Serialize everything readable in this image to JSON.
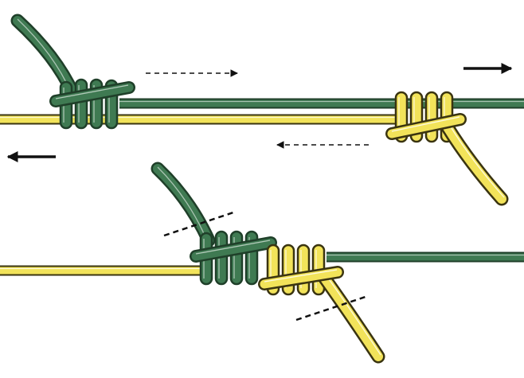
{
  "title": "",
  "colors": {
    "green_line": "#3f7a52",
    "green_dark": "#1f3f29",
    "yellow_line": "#f2e35a",
    "yellow_dark": "#3a3410",
    "highlight": "#ffffff",
    "arrow": "#111111",
    "background": "#ffffff"
  },
  "panels": [
    {
      "name": "step-1-loose-knot",
      "lines": [
        "green-line",
        "yellow-line"
      ],
      "green_wraps": 4,
      "yellow_wraps": 4,
      "pull_directions": [
        "right",
        "left"
      ]
    },
    {
      "name": "step-2-tightened-knot",
      "lines": [
        "green-line",
        "yellow-line"
      ],
      "green_wraps": 4,
      "yellow_wraps": 4,
      "trim_marks": 2
    }
  ],
  "icons": [
    "arrow-right-icon",
    "arrow-left-icon",
    "dashed-arrow-right-icon",
    "dashed-arrow-left-icon",
    "trim-line-icon"
  ]
}
